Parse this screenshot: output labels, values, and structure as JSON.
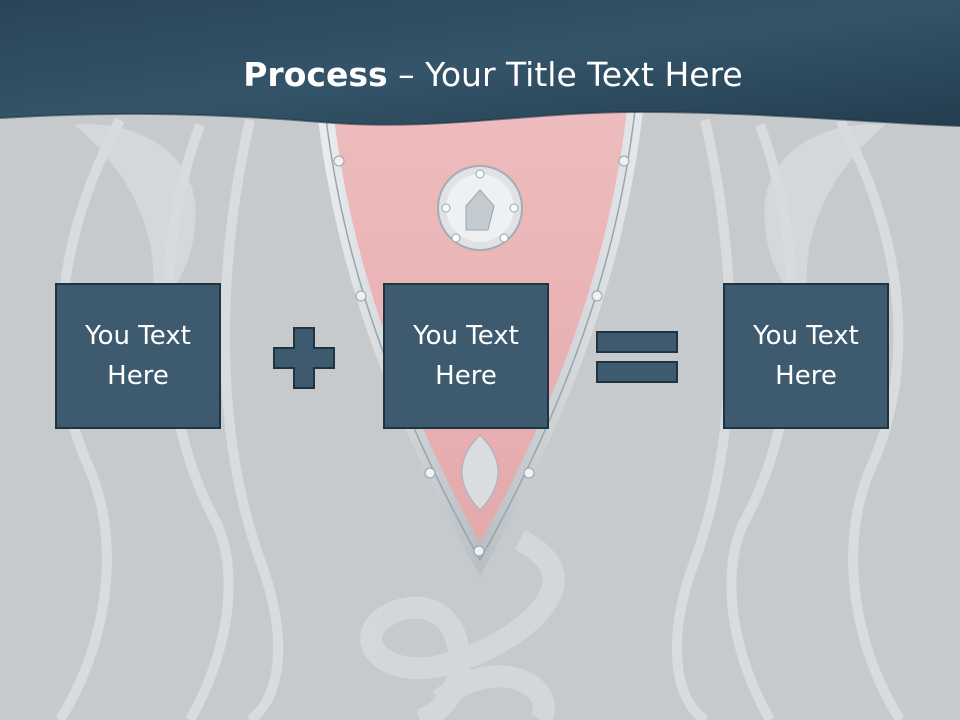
{
  "slide": {
    "title": {
      "bold": "Process",
      "rest": " – Your Title Text Here"
    },
    "boxes": [
      {
        "text": "You Text Here"
      },
      {
        "text": "You Text Here"
      },
      {
        "text": "You Text Here"
      }
    ],
    "operators": [
      "plus",
      "equals"
    ]
  },
  "colors": {
    "background": "#c7cacc",
    "header_band": "#2f4b5f",
    "box_fill": "#3e5a6f",
    "box_border": "#1f3342",
    "text": "#ffffff",
    "accent_pink": "#eab8ba"
  }
}
